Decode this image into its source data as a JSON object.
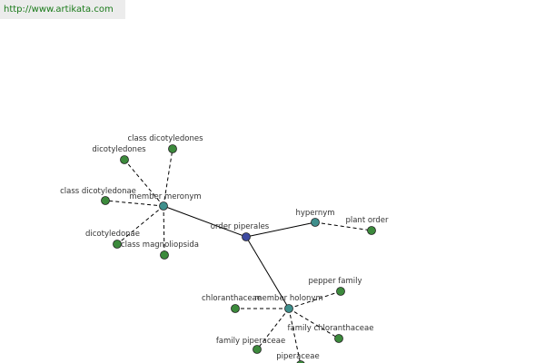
{
  "url": "http://www.artikata.com",
  "colors": {
    "root": "#3d4aa0",
    "relation": "#3f8f8c",
    "leaf": "#3c8a3c",
    "edge": "#000000"
  },
  "graph": {
    "root": {
      "id": "root",
      "label": "order piperales"
    },
    "relations": [
      {
        "id": "meronym",
        "label": "member meronym"
      },
      {
        "id": "hypernym",
        "label": "hypernym"
      },
      {
        "id": "holonym",
        "label": "member holonym"
      }
    ],
    "leaves": [
      {
        "id": "m1",
        "parent": "meronym",
        "label": "class dicotyledones"
      },
      {
        "id": "m2",
        "parent": "meronym",
        "label": "dicotyledones"
      },
      {
        "id": "m3",
        "parent": "meronym",
        "label": "class dicotyledonae"
      },
      {
        "id": "m4",
        "parent": "meronym",
        "label": "dicotyledonae"
      },
      {
        "id": "m5",
        "parent": "meronym",
        "label": "class magnoliopsida"
      },
      {
        "id": "h1",
        "parent": "hypernym",
        "label": "plant order"
      },
      {
        "id": "o1",
        "parent": "holonym",
        "label": "pepper family"
      },
      {
        "id": "o2",
        "parent": "holonym",
        "label": "chloranthaceae"
      },
      {
        "id": "o3",
        "parent": "holonym",
        "label": "family chloranthaceae"
      },
      {
        "id": "o4",
        "parent": "holonym",
        "label": "family piperaceae"
      },
      {
        "id": "o5",
        "parent": "holonym",
        "label": "piperaceae"
      }
    ]
  }
}
